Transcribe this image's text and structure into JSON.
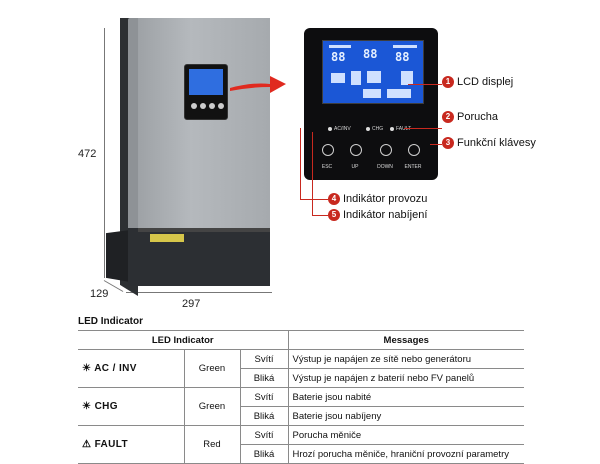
{
  "dimensions": {
    "height": "472",
    "depth": "129",
    "width": "297"
  },
  "panel": {
    "led_labels": [
      "AC/INV",
      "CHG",
      "FAULT"
    ],
    "keys": [
      "ESC",
      "UP",
      "DOWN",
      "ENTER"
    ]
  },
  "callouts": [
    {
      "num": "1",
      "label": "LCD displej"
    },
    {
      "num": "2",
      "label": "Porucha"
    },
    {
      "num": "3",
      "label": "Funkční klávesy"
    },
    {
      "num": "4",
      "label": "Indikátor provozu"
    },
    {
      "num": "5",
      "label": "Indikátor nabíjení"
    }
  ],
  "table": {
    "title": "LED Indicator",
    "headers": {
      "indicator": "LED Indicator",
      "messages": "Messages"
    },
    "rows": [
      {
        "indicator": "AC / INV",
        "color": "Green",
        "state": "Svítí",
        "message": "Výstup je napájen ze sítě nebo generátoru"
      },
      {
        "indicator": "",
        "color": "",
        "state": "Bliká",
        "message": "Výstup je napájen z baterií nebo FV panelů"
      },
      {
        "indicator": "CHG",
        "color": "Green",
        "state": "Svítí",
        "message": "Baterie jsou nabité"
      },
      {
        "indicator": "",
        "color": "",
        "state": "Bliká",
        "message": "Baterie jsou nabíjeny"
      },
      {
        "indicator": "FAULT",
        "color": "Red",
        "state": "Svítí",
        "message": "Porucha měniče"
      },
      {
        "indicator": "",
        "color": "",
        "state": "Bliká",
        "message": "Hrozí porucha měniče, hraniční provozní parametry"
      }
    ]
  },
  "colors": {
    "accent": "#c8291f",
    "lcd": "#1b57d6"
  }
}
